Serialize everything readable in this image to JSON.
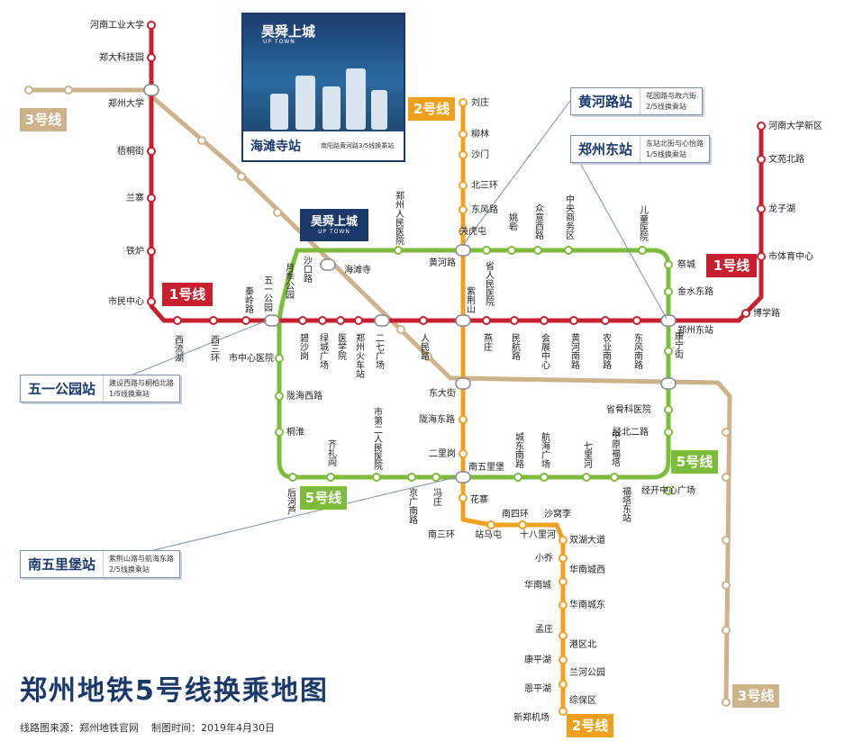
{
  "title": "郑州地铁5号线换乘地图",
  "source_text": "线路图来源：郑州地铁官网",
  "date_text": "制图时间：2019年4月30日",
  "colors": {
    "line1": "#c8202f",
    "line2": "#f0a01c",
    "line3": "#cdb28a",
    "line5": "#7cbc3b",
    "callout_text": "#1b3a6b"
  },
  "line_badges": {
    "l1_left": "1号线",
    "l1_right": "1号线",
    "l2_top": "2号线",
    "l2_bottom": "2号线",
    "l3_left": "3号线",
    "l3_bottom": "3号线",
    "l5_right": "5号线",
    "l5_bottom": "5号线"
  },
  "promo": {
    "logo": "昊舜上城",
    "logo_sub": "UP TOWN",
    "station": "海滩寺站",
    "desc": "南阳路黄河路3/5线换乘站"
  },
  "promo_logo2": {
    "logo": "昊舜上城",
    "logo_sub": "UP TOWN"
  },
  "callouts": {
    "huanghelu": {
      "name": "黄河路站",
      "desc1": "花园路与政六街",
      "desc2": "2/5线换乘站"
    },
    "zhengzhoudong": {
      "name": "郑州东站",
      "desc1": "东站北街与心怡路",
      "desc2": "1/5线换乘站"
    },
    "wuyigongyuan": {
      "name": "五一公园站",
      "desc1": "建设西路与桐柏北路",
      "desc2": "1/5线换乘站"
    },
    "nanwulibao": {
      "name": "南五里堡站",
      "desc1": "紫荆山路与航海东路",
      "desc2": "2/5线换乘站"
    }
  },
  "stations": {
    "l1_north": [
      "河南工业大学",
      "郑大科技园",
      "郑州大学",
      "梧桐街",
      "兰寨",
      "铁炉",
      "市民中心"
    ],
    "l1_west": [
      "西流湖",
      "西三环"
    ],
    "l1_mid_v": [
      "秦岭路",
      "五一公园",
      "碧沙岗",
      "绿城广场",
      "医学院",
      "郑州火车站",
      "二七广场",
      "人民路",
      "紫荆山",
      "燕庄",
      "民航路",
      "会展中心",
      "黄河南路",
      "农业南路",
      "东风南路"
    ],
    "l1_east": [
      "郑州东站",
      "博学路",
      "市体育中心",
      "龙子湖",
      "文苑北路",
      "河南大学新区"
    ],
    "l2": [
      "刘庄",
      "柳林",
      "沙门",
      "北三环",
      "东风路",
      "关虎屯",
      "黄河路",
      "东大街",
      "陇海东路",
      "二里岗",
      "南五里堡",
      "花寨",
      "南三环",
      "站马屯",
      "南四环",
      "十八里河",
      "沙窝李",
      "双湖大道",
      "小乔",
      "华南城西",
      "华南城",
      "华南城东",
      "孟庄",
      "港区北",
      "康平湖",
      "兰河公园",
      "恩平湖",
      "综保区",
      "新郑机场"
    ],
    "l3": [
      "沙口路",
      "海滩寺"
    ],
    "l5_north": [
      "月季公园",
      "郑州人民医院",
      "省人民医院",
      "姚砦",
      "众意西路",
      "中央商务区",
      "儿童医院",
      "祭城",
      "金水东路"
    ],
    "l5_west": [
      "市中心医院",
      "陇海西路",
      "桐淮",
      "后河芦",
      "齐礼阎",
      "市第二人民医院",
      "京广南路",
      "冯庄"
    ],
    "l5_south": [
      "城东南路",
      "航海广场",
      "七里河",
      "中原福塔",
      "福塔东站",
      "经开中心广场"
    ],
    "l5_east": [
      "康宁街",
      "省骨科医院",
      "经北二路"
    ]
  }
}
